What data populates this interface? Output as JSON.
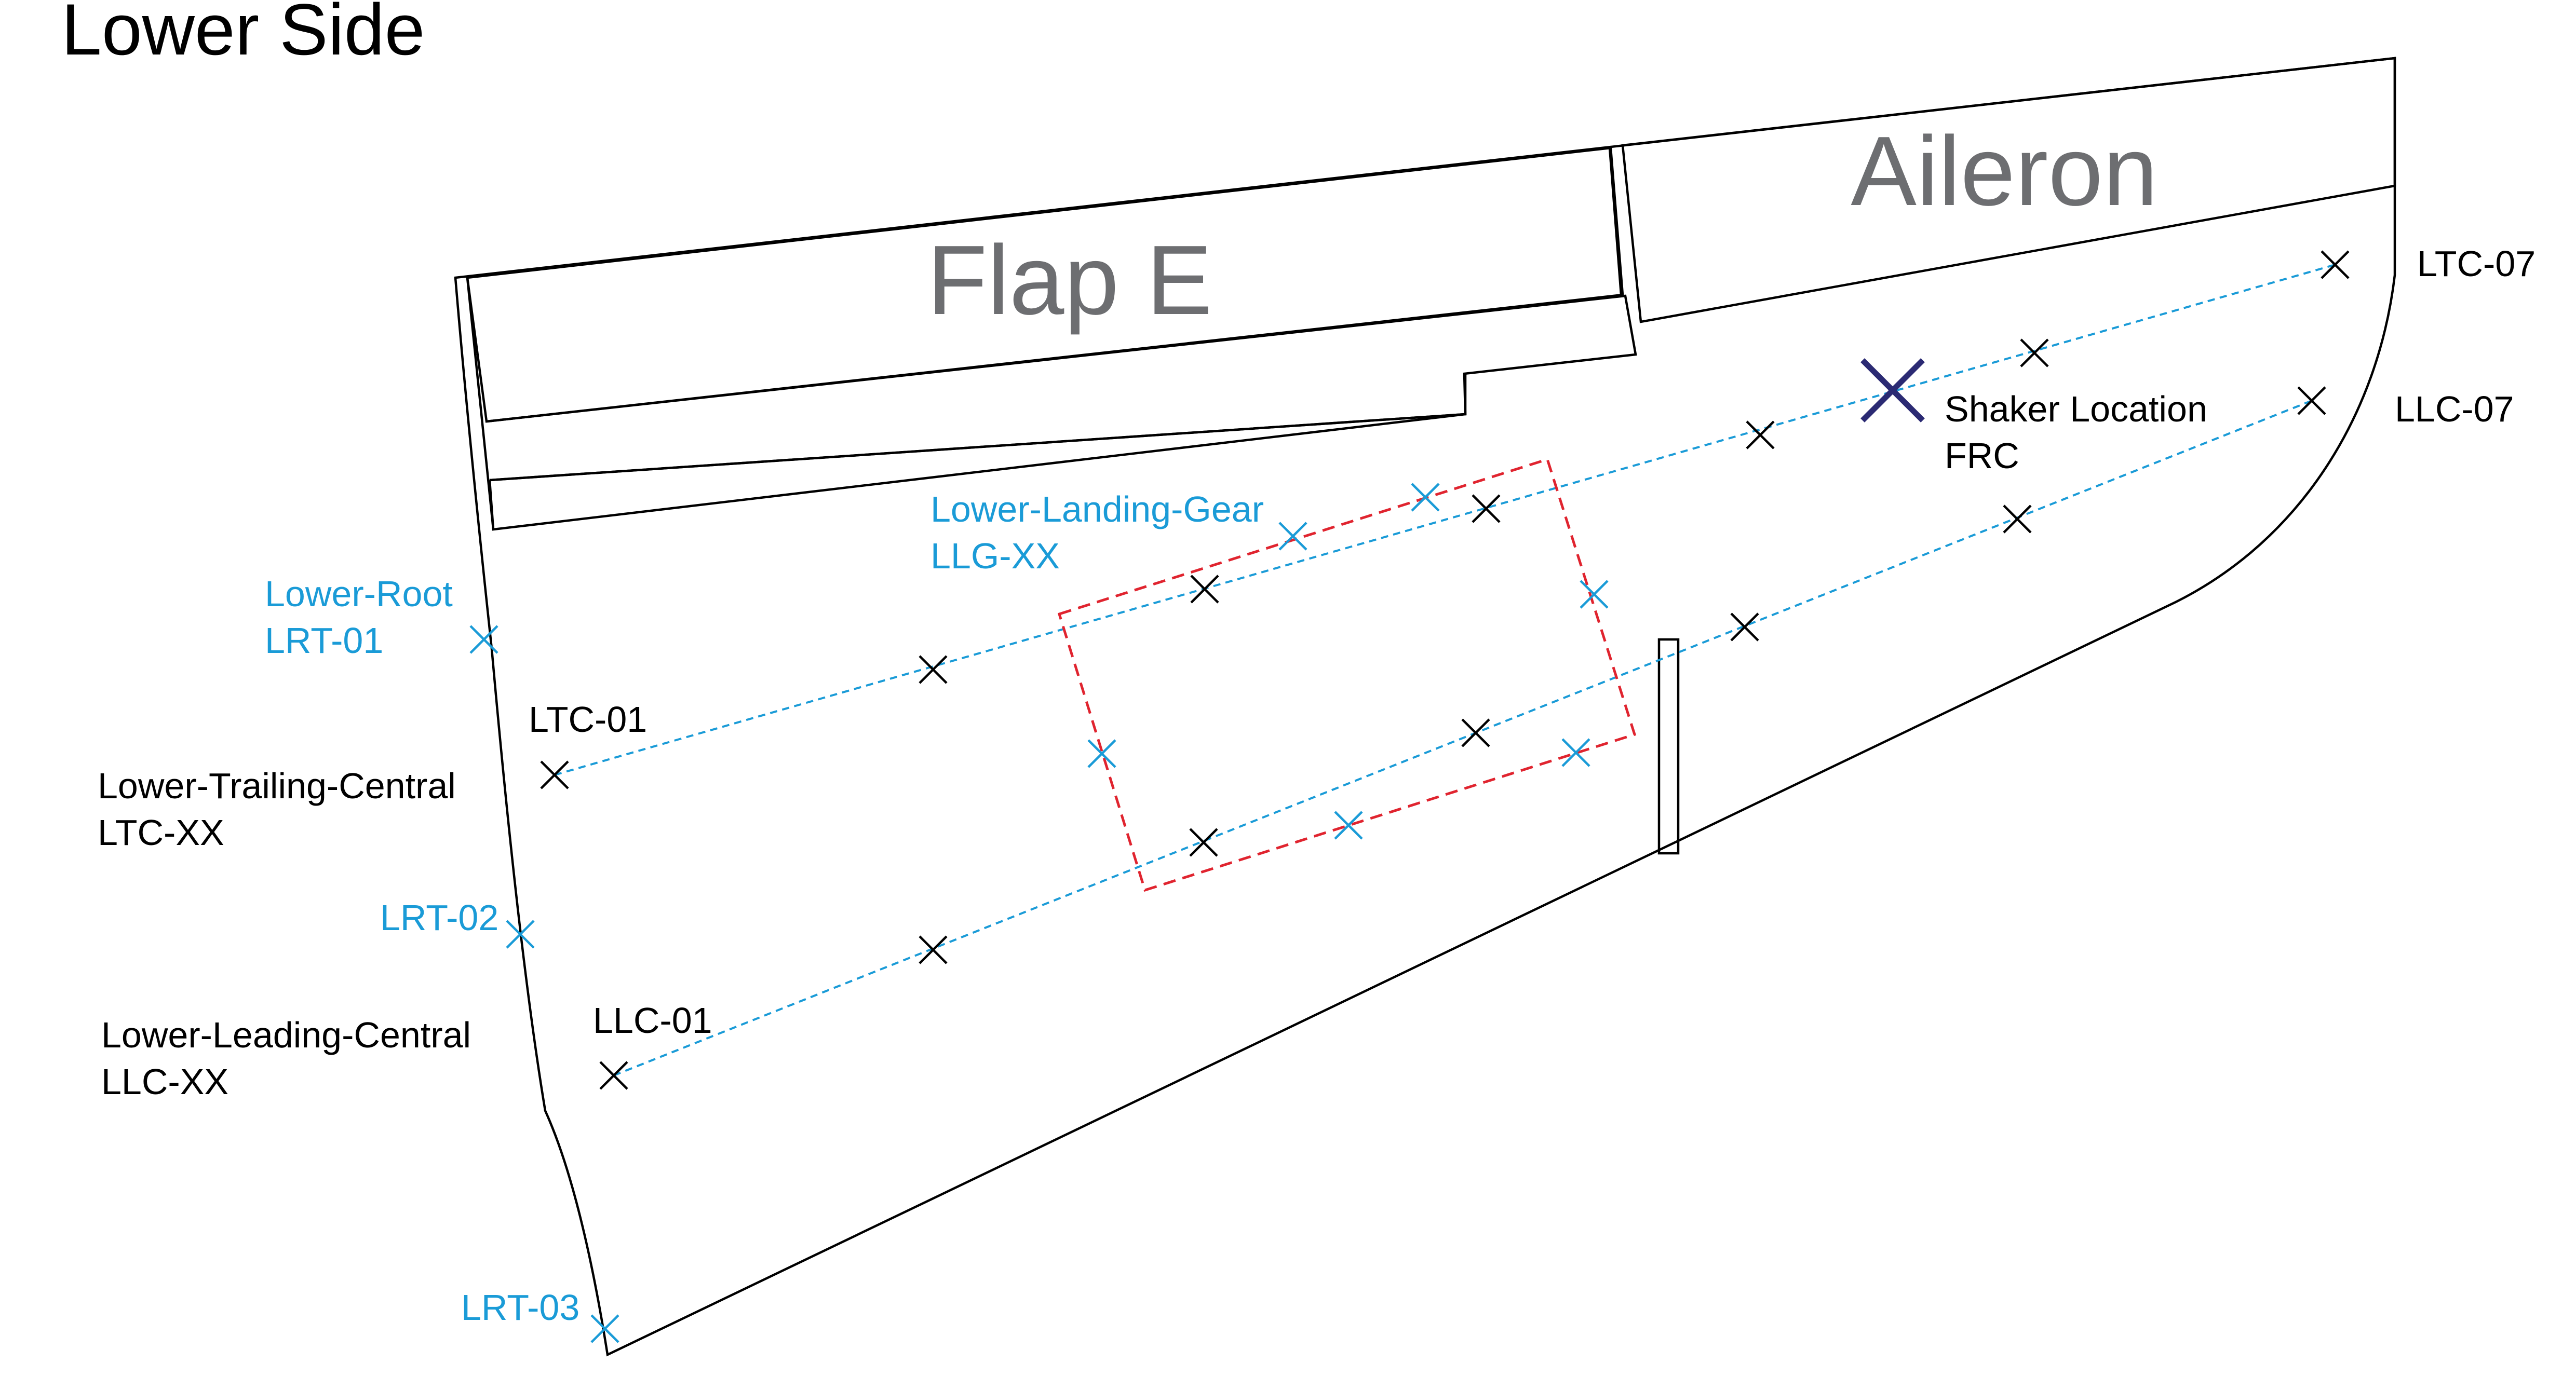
{
  "title": "Lower Side",
  "components": {
    "flap": "Flap E",
    "aileron": "Aileron"
  },
  "labels": {
    "lower_root_name": "Lower-Root",
    "lrt_01": "LRT-01",
    "lrt_02": "LRT-02",
    "lrt_03": "LRT-03",
    "ltc_01": "LTC-01",
    "ltc_07": "LTC-07",
    "llc_01": "LLC-01",
    "llc_07": "LLC-07",
    "lower_trailing_central_name": "Lower-Trailing-Central",
    "lower_trailing_central_code": "LTC-XX",
    "lower_leading_central_name": "Lower-Leading-Central",
    "lower_leading_central_code": "LLC-XX",
    "lower_landing_gear_name": "Lower-Landing-Gear",
    "lower_landing_gear_code": "LLG-XX",
    "shaker_name": "Shaker Location",
    "shaker_code": "FRC"
  },
  "colors": {
    "outline": "#000000",
    "sensor_black": "#000000",
    "sensor_blue": "#1a9bd7",
    "label_blue": "#1a9bd7",
    "landing_gear_box": "#e0242f",
    "shaker": "#2b2a73",
    "component_label": "#6d6e71"
  }
}
